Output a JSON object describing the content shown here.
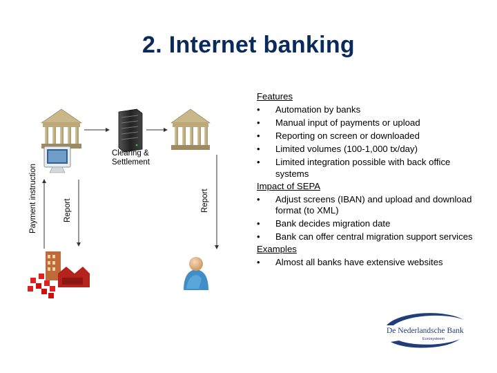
{
  "title": "2. Internet banking",
  "diagram": {
    "clearing_label_line1": "Clearing &",
    "clearing_label_line2": "Settlement",
    "payment_instruction_label": "Payment instruction",
    "report_label_left": "Report",
    "report_label_right": "Report",
    "icons": [
      "bank-building-icon",
      "computer-terminal-icon",
      "server-rack-icon",
      "bank-building-icon",
      "factory-icon",
      "person-icon"
    ]
  },
  "text": {
    "features_heading": "Features",
    "features": [
      "Automation by banks",
      "Manual input of payments or upload",
      "Reporting on screen or downloaded",
      "Limited volumes (100-1,000 tx/day)",
      "Limited integration possible with back office systems"
    ],
    "impact_heading": "Impact of SEPA",
    "impact": [
      "Adjust screens (IBAN) and upload and download format (to XML)",
      "Bank decides migration date",
      "Bank can offer central migration support services"
    ],
    "examples_heading": "Examples",
    "examples": [
      "Almost all banks have extensive websites"
    ],
    "bullet_char": "•"
  },
  "logo": {
    "name": "De Nederlandsche Bank",
    "subtitle": "Eurosysteem"
  },
  "colors": {
    "title": "#0b2a5c",
    "logo": "#1f3f7a"
  }
}
